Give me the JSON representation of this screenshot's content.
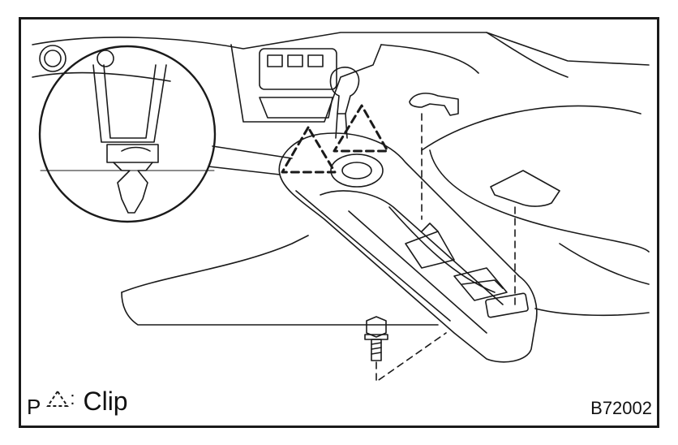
{
  "legend": {
    "prefix": "P",
    "symbol": "triangle-clip-icon",
    "separator": ":",
    "text": "Clip"
  },
  "figure_code": "B72002",
  "colors": {
    "line": "#1a1a1a",
    "background": "#ffffff"
  }
}
